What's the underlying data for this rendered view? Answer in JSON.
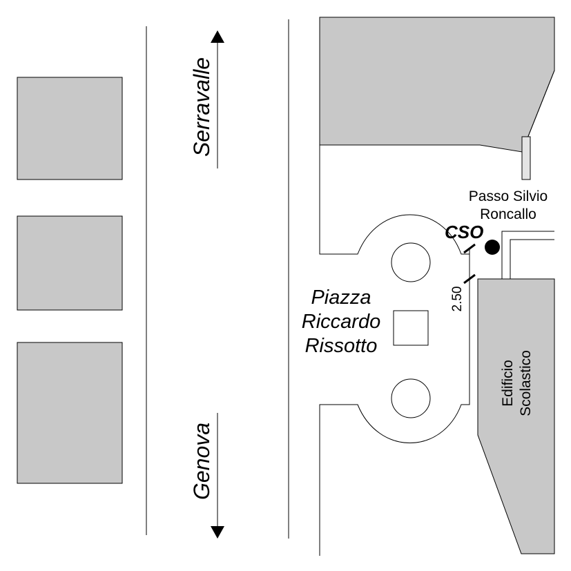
{
  "colors": {
    "building_fill": "#c8c8c8",
    "outline": "#000000",
    "background": "#ffffff"
  },
  "labels": {
    "north_direction": "Serravalle",
    "south_direction": "Genova",
    "piazza_line1": "Piazza",
    "piazza_line2": "Riccardo",
    "piazza_line3": "Rissotto",
    "passage_line1": "Passo Silvio",
    "passage_line2": "Roncallo",
    "station_code": "CSO",
    "measurement": "2.50",
    "school_line1": "Edificio",
    "school_line2": "Scolastico"
  },
  "icons": {
    "north_arrow": "arrow-up-icon",
    "south_arrow": "arrow-down-icon",
    "station_marker": "filled-circle-icon"
  }
}
